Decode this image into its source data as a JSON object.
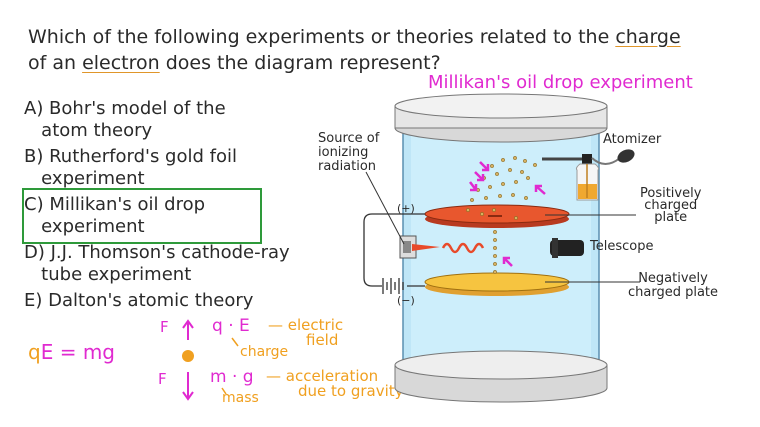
{
  "question": {
    "part1": "Which of the following experiments or theories related to the ",
    "charge": "charge",
    "part2": "of an ",
    "electron": "electron",
    "part3": " does the diagram represent?"
  },
  "diagram_title": "Millikan's oil drop experiment",
  "options": [
    {
      "line1": "A) Bohr's model of the",
      "line2": "atom theory"
    },
    {
      "line1": "B) Rutherford's gold foil",
      "line2": "experiment"
    },
    {
      "line1": "C) Millikan's oil drop",
      "line2": "experiment"
    },
    {
      "line1": "D) J.J. Thomson's cathode-ray",
      "line2": "tube experiment"
    },
    {
      "line1": "E) Dalton's atomic theory"
    }
  ],
  "selected_option": "C",
  "labels": {
    "source": [
      "Source of",
      "ionizing",
      "radiation"
    ],
    "atomizer": "Atomizer",
    "positive": [
      "Positively",
      "charged",
      "plate"
    ],
    "telescope": "Telescope",
    "negative": [
      "Negatively",
      "charged plate"
    ],
    "plus": "(+)",
    "minus": "(−)"
  },
  "equation": {
    "q": "q",
    "rest": "E = mg"
  },
  "forces": {
    "f_up": "F",
    "f_down": "F",
    "qE": "q · E",
    "electric_field": "— electric",
    "field": "field",
    "charge": "charge",
    "mg": "m · g",
    "acceleration": "— acceleration",
    "due_to_gravity": "due to gravity",
    "mass": "mass"
  },
  "colors": {
    "accent": "#e02ad0",
    "orange": "#f0a020",
    "green": "#2e9a3a"
  }
}
